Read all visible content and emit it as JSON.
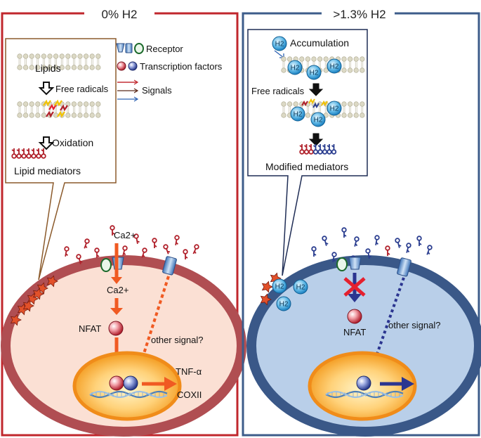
{
  "left_panel": {
    "title": "0% H2",
    "callout": {
      "lipids": "Lipids",
      "free_radicals": "Free radicals",
      "oxidation": "Oxidation",
      "lipid_mediators": "Lipid mediators"
    },
    "cell": {
      "ca_outside": "Ca2+",
      "ca_inside": "Ca2+",
      "nfat": "NFAT",
      "other_signal": "other signal?",
      "tnf": "TNF-α",
      "coxii": "COXII"
    }
  },
  "right_panel": {
    "title": ">1.3% H2",
    "callout": {
      "accumulation": "Accumulation",
      "free_radicals": "Free radicals",
      "modified_mediators": "Modified mediators"
    },
    "cell": {
      "nfat": "NFAT",
      "other_signal": "other signal?"
    },
    "h2_label": "H2"
  },
  "legend": {
    "receptor": "Receptor",
    "transcription_factors": "Transcription factors",
    "signals": "Signals"
  },
  "colors": {
    "left_frame": "#c0272d",
    "right_frame": "#3d5c8a",
    "left_cell_fill": "#fbe0d4",
    "left_cell_border": "#b04e52",
    "right_cell_fill": "#b9cfe9",
    "right_cell_border": "#3a5888",
    "signal_orange": "#f05a22",
    "signal_blue": "#2b3590",
    "mediator_red": "#b0202a",
    "mediator_blue": "#2a3d8f"
  }
}
